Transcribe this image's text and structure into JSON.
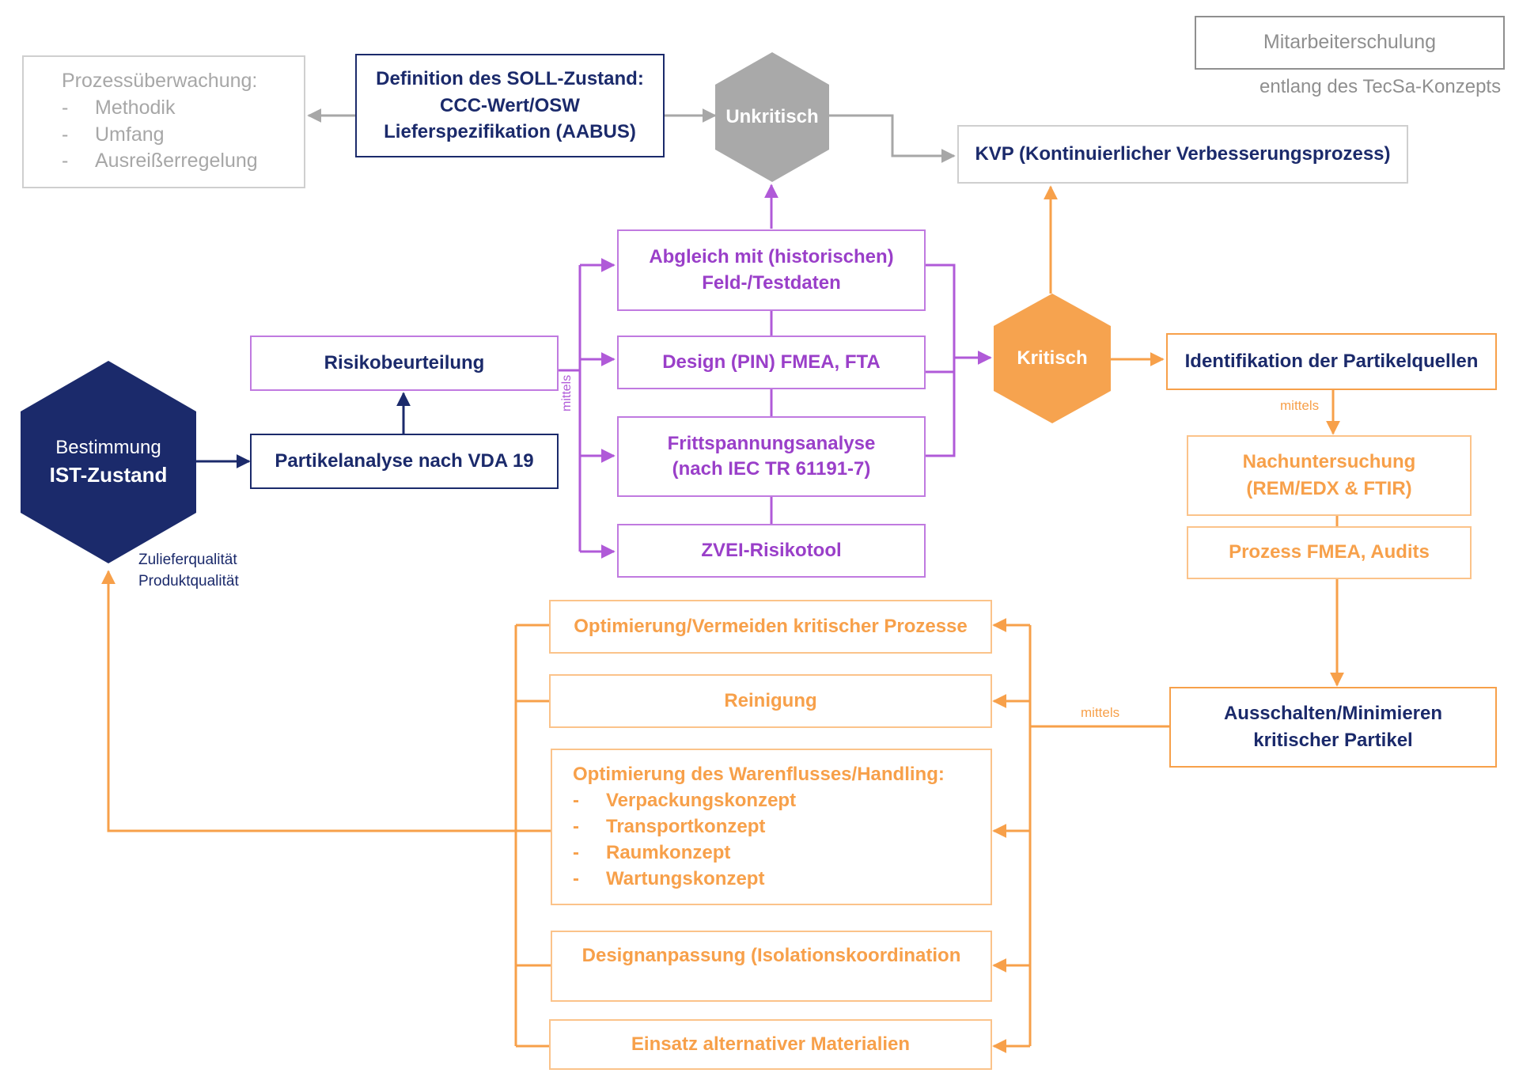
{
  "colors": {
    "navy": "#1b2a6b",
    "purple": "#9a3fc9",
    "orange": "#f7a04a",
    "orange_hex": "#f6a34f",
    "gray": "#a7a7a7"
  },
  "top": {
    "mitarbeiterschulung": "Mitarbeiterschulung",
    "tecsa_caption": "entlang des TecSa-Konzepts",
    "prozess_title": "Prozessüberwachung:",
    "prozess_items": [
      "Methodik",
      "Umfang",
      "Ausreißerregelung"
    ],
    "prozess_dash": "-",
    "soll_lines": [
      "Definition des SOLL-Zustand:",
      "CCC-Wert/OSW",
      "Lieferspezifikation (AABUS)"
    ],
    "unkritisch": "Unkritisch",
    "kvp": "KVP (Kontinuierlicher Verbesserungsprozess)"
  },
  "left": {
    "ist_line1": "Bestimmung",
    "ist_line2": "IST-Zustand",
    "zuliefer": "Zulieferqualität",
    "produkt": "Produktqualität",
    "partikelanalyse": "Partikelanalyse nach VDA 19",
    "risikobeurteilung": "Risikobeurteilung"
  },
  "methods": {
    "mittels_label": "mittels",
    "abgleich_lines": [
      "Abgleich mit (historischen)",
      "Feld-/Testdaten"
    ],
    "design": "Design (PIN) FMEA, FTA",
    "fritt_lines": [
      "Frittspannungsanalyse",
      "(nach IEC TR 61191-7)"
    ],
    "zvei": "ZVEI-Risikotool"
  },
  "right": {
    "kritisch": "Kritisch",
    "identifikation": "Identifikation der Partikelquellen",
    "mittels_small": "mittels",
    "nachuntersuchung_lines": [
      "Nachuntersuchung",
      "(REM/EDX & FTIR)"
    ],
    "prozess_fmea": "Prozess FMEA, Audits",
    "ausschalten_lines": [
      "Ausschalten/Minimieren",
      "kritischer Partikel"
    ],
    "mittels_bottom": "mittels"
  },
  "measures": {
    "optimierung": "Optimierung/Vermeiden kritischer Prozesse",
    "reinigung": "Reinigung",
    "warenfluss_title": "Optimierung des Warenflusses/Handling:",
    "warenfluss_items": [
      "Verpackungskonzept",
      "Transportkonzept",
      "Raumkonzept",
      "Wartungskonzept"
    ],
    "warenfluss_dash": "-",
    "designanpassung": "Designanpassung (Isolationskoordination",
    "einsatz": "Einsatz alternativer Materialien"
  }
}
